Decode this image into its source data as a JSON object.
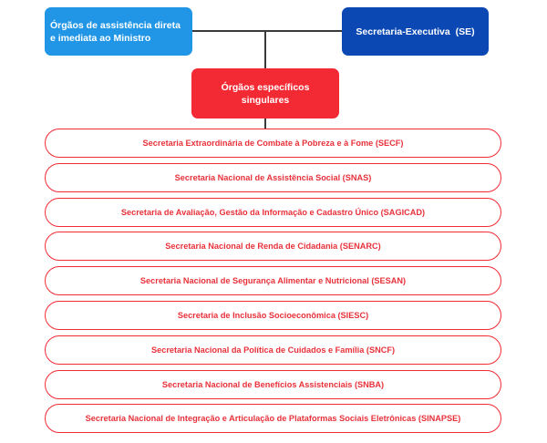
{
  "direct_organs": {
    "label": "Órgãos de assistência direta e imediata ao Ministro"
  },
  "executive": {
    "label": "Secretaria-Executiva  (SE)"
  },
  "specific_organs": {
    "label": "Órgãos específicos singulares"
  },
  "units": [
    {
      "label": "Secretaria Extraordinária de Combate à Pobreza e à Fome (SECF)"
    },
    {
      "label": "Secretaria Nacional de Assistência Social (SNAS)"
    },
    {
      "label": "Secretaria de Avaliação, Gestão da Informação e Cadastro Único (SAGICAD)"
    },
    {
      "label": "Secretaria Nacional de Renda de Cidadania (SENARC)"
    },
    {
      "label": "Secretaria Nacional de Segurança Alimentar e Nutricional (SESAN)"
    },
    {
      "label": "Secretaria de Inclusão Socioeconômica (SIESC)"
    },
    {
      "label": "Secretaria Nacional da Política de Cuidados e Família (SNCF)"
    },
    {
      "label": "Secretaria Nacional de Benefícios Assistenciais (SNBA)"
    },
    {
      "label": "Secretaria Nacional de Integração e Articulação de Plataformas Sociais Eletrônicas (SINAPSE)"
    }
  ],
  "colors": {
    "direct_fill": "#2196e6",
    "executive_fill": "#0b48b3",
    "specific_fill": "#f32a34",
    "unit_border": "#f32a34",
    "unit_text": "#e8313a",
    "connector": "#3a3a3a"
  }
}
